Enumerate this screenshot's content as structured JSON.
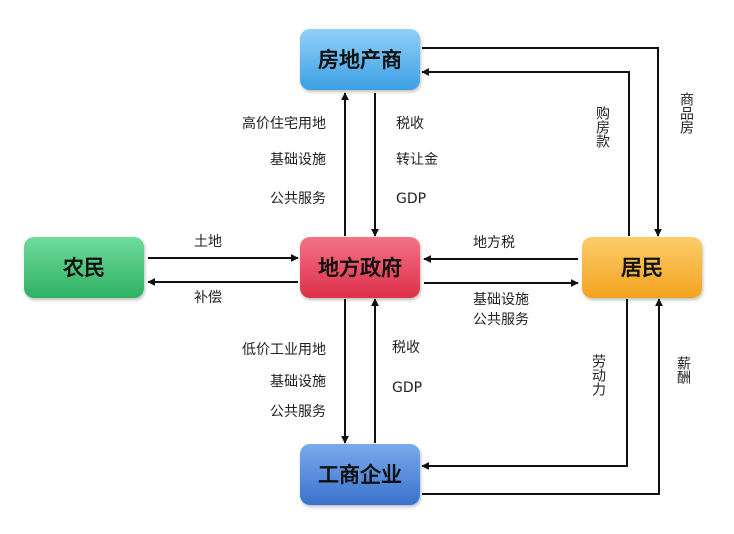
{
  "nodes": {
    "developer": "房地产商",
    "farmer": "农民",
    "government": "地方政府",
    "resident": "居民",
    "enterprise": "工商企业"
  },
  "labels": {
    "gov_to_dev_1": "高价住宅用地",
    "gov_to_dev_2": "基础设施",
    "gov_to_dev_3": "公共服务",
    "dev_to_gov_1": "税收",
    "dev_to_gov_2": "转让金",
    "dev_to_gov_3": "GDP",
    "farmer_to_gov": "土地",
    "gov_to_farmer": "补偿",
    "res_to_gov": "地方税",
    "gov_to_res_1": "基础设施",
    "gov_to_res_2": "公共服务",
    "gov_to_ent_1": "低价工业用地",
    "gov_to_ent_2": "基础设施",
    "gov_to_ent_3": "公共服务",
    "ent_to_gov_1": "税收",
    "ent_to_gov_2": "GDP",
    "res_to_dev": "购房款",
    "dev_to_res": "商品房",
    "res_to_ent": "劳动力",
    "ent_to_res": "薪酬"
  },
  "colors": {
    "developer": "#5bb2ec",
    "farmer": "#3dc275",
    "government": "#e9485f",
    "resident": "#f7b13a",
    "enterprise": "#4f87d9",
    "arrow": "#111111"
  }
}
